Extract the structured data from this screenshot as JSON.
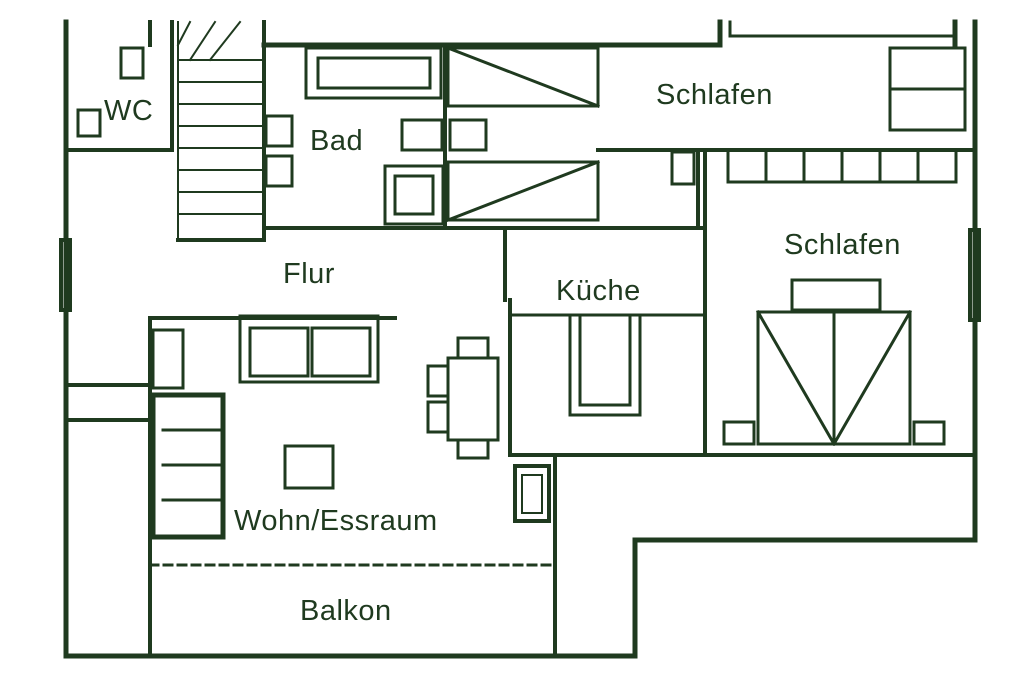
{
  "rooms": {
    "wc": "WC",
    "bad": "Bad",
    "schlafen_top": "Schlafen",
    "schlafen_right": "Schlafen",
    "flur": "Flur",
    "kueche": "Küche",
    "wohn_essraum": "Wohn/Essraum",
    "balkon": "Balkon"
  },
  "colors": {
    "line": "#1f3a1f",
    "background": "#ffffff"
  }
}
